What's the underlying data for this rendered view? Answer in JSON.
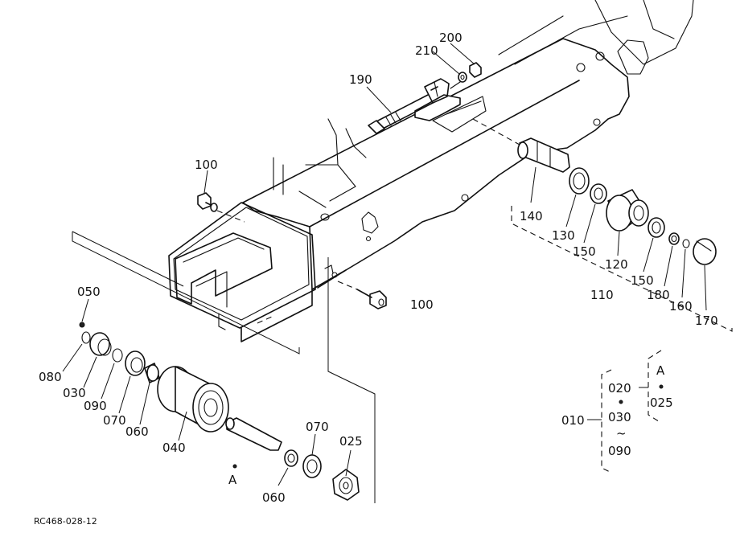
{
  "drawing_code": "RC468-028-12",
  "labels": {
    "p200": "200",
    "p210": "210",
    "p190": "190",
    "p100a": "100",
    "p100b": "100",
    "p140": "140",
    "p130": "130",
    "p150a": "150",
    "p120": "120",
    "p110": "110",
    "p150b": "150",
    "p180": "180",
    "p160": "160",
    "p170": "170",
    "p050": "050",
    "p080": "080",
    "p030": "030",
    "p090": "090",
    "p070a": "070",
    "p060a": "060",
    "p040": "040",
    "pA1": "A",
    "p070b": "070",
    "p025": "025",
    "p060b": "060"
  },
  "assembly_key": {
    "main": "010",
    "top": "020",
    "mid": "030",
    "tilde": "~",
    "bottom": "090",
    "group": "A",
    "group_item": "025"
  }
}
